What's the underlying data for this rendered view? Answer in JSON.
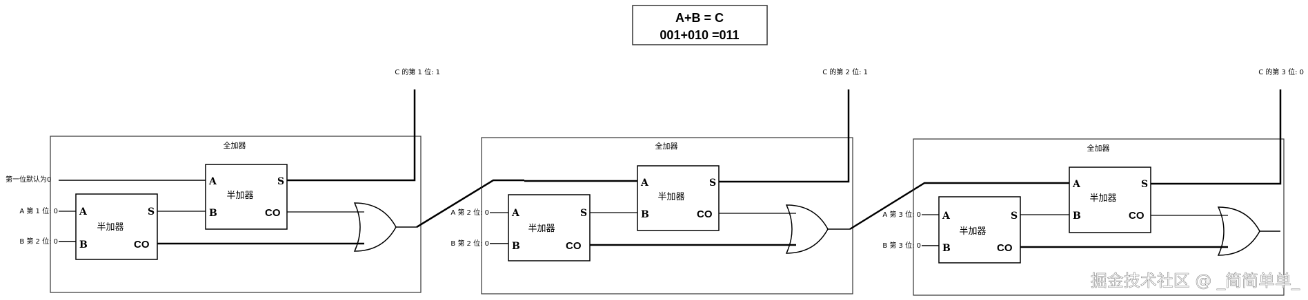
{
  "title": {
    "line1": "A+B = C",
    "line2": "001+010 =011"
  },
  "adders": [
    {
      "label": "全加器",
      "half_adder_1": {
        "label": "半加器",
        "pin_a": "A",
        "pin_b": "B",
        "pin_s": "S",
        "pin_co": "CO"
      },
      "half_adder_2": {
        "label": "半加器",
        "pin_a": "A",
        "pin_b": "B",
        "pin_s": "S",
        "pin_co": "CO"
      },
      "input_carry": "第一位默认为0",
      "input_a": "A 第 1 位: 0",
      "input_b": "B 第 2 位: 0",
      "output": "C 的第 1 位: 1"
    },
    {
      "label": "全加器",
      "half_adder_1": {
        "label": "半加器",
        "pin_a": "A",
        "pin_b": "B",
        "pin_s": "S",
        "pin_co": "CO"
      },
      "half_adder_2": {
        "label": "半加器",
        "pin_a": "A",
        "pin_b": "B",
        "pin_s": "S",
        "pin_co": "CO"
      },
      "input_a": "A 第 2 位: 0",
      "input_b": "B 第 2 位: 0",
      "output": "C 的第 2 位: 1"
    },
    {
      "label": "全加器",
      "half_adder_1": {
        "label": "半加器",
        "pin_a": "A",
        "pin_b": "B",
        "pin_s": "S",
        "pin_co": "CO"
      },
      "half_adder_2": {
        "label": "半加器",
        "pin_a": "A",
        "pin_b": "B",
        "pin_s": "S",
        "pin_co": "CO"
      },
      "input_a": "A 第 3 位: 0",
      "input_b": "B 第 3 位: 0",
      "output": "C 的第 3 位: 0"
    }
  ],
  "watermark": "掘金技术社区 @ _简简单单_"
}
